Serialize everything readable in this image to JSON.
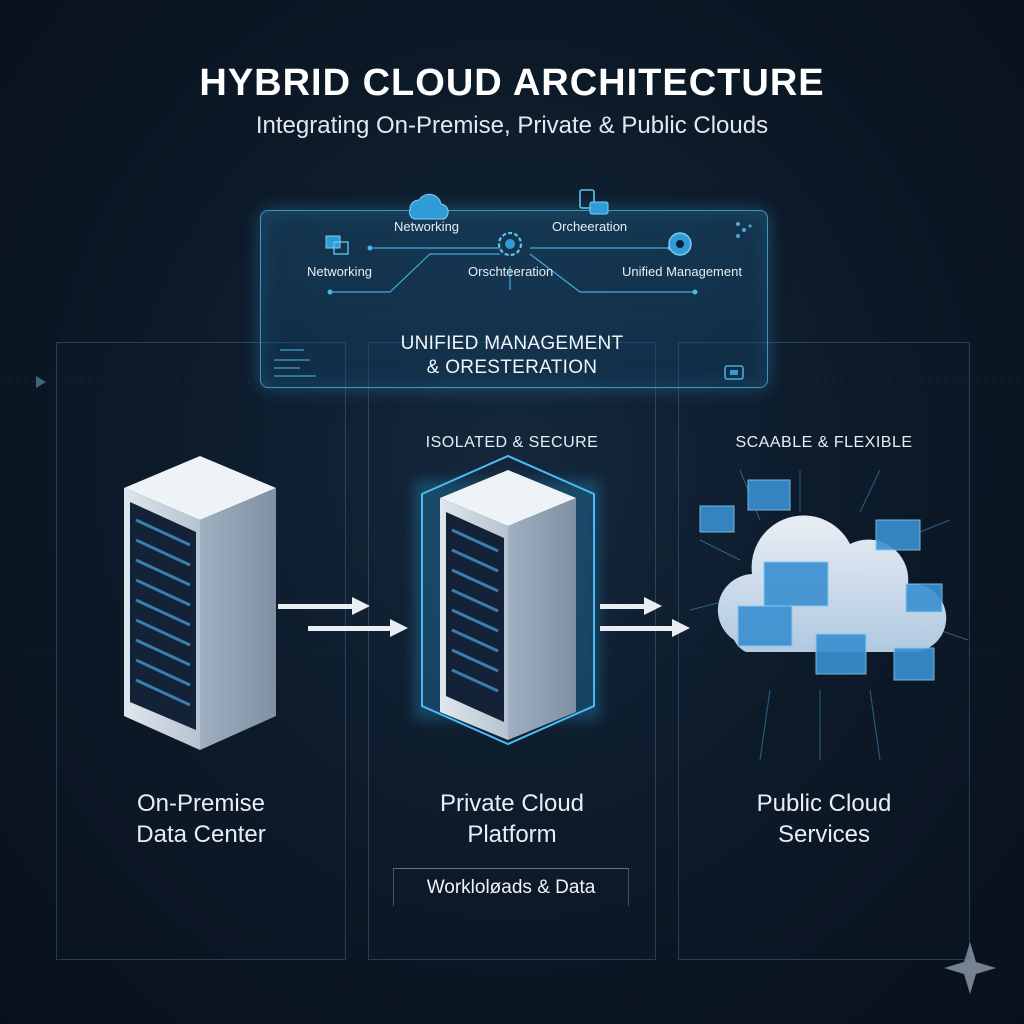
{
  "header": {
    "title": "HYBRID CLOUD ARCHITECTURE",
    "subtitle": "Integrating On-Premise, Private & Public Clouds"
  },
  "panel": {
    "labels_top": [
      "Networking",
      "Orcheeration"
    ],
    "labels_bottom": [
      "Networking",
      "Orschteeration",
      "Unified Management"
    ],
    "title_line1": "UNIFIED MANAGEMENT",
    "title_line2": "& ORESTERATION"
  },
  "columns": [
    {
      "tag": "",
      "label_line1": "On-Premise",
      "label_line2": "Data Center",
      "icon": "server-rack-icon"
    },
    {
      "tag": "ISOLATED & SECURE",
      "label_line1": "Private Cloud",
      "label_line2": "Platform",
      "icon": "glowing-server-rack-icon"
    },
    {
      "tag": "SCAABLE & FLEXIBLE",
      "label_line1": "Public Cloud",
      "label_line2": "Services",
      "icon": "cloud-icon"
    }
  ],
  "workloads_label": "Workloløads & Data",
  "colors": {
    "background": "#0c1826",
    "accent": "#3fb0e6",
    "panel_border": "#50b4e6",
    "text": "#e8eef4"
  }
}
